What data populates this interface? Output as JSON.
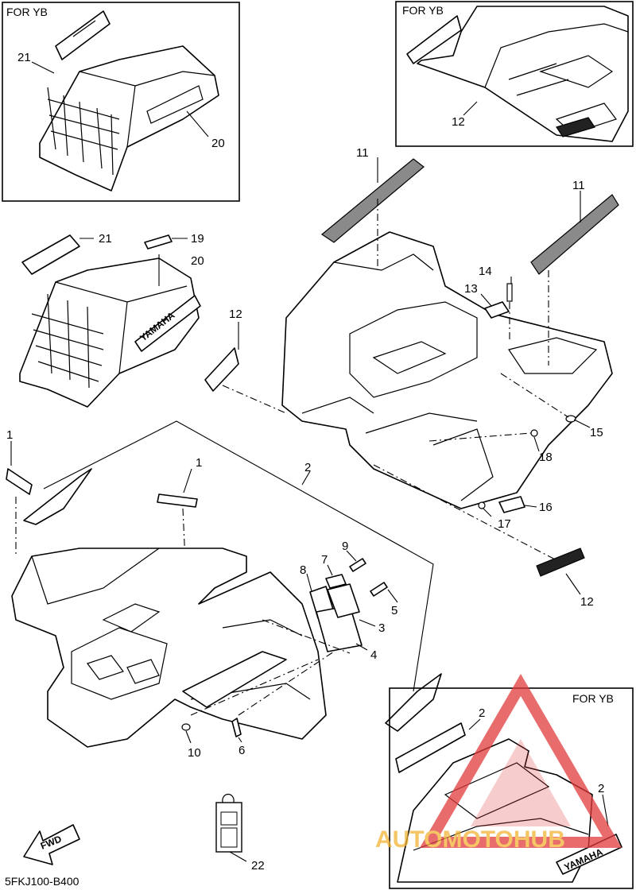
{
  "diagram": {
    "part_code": "5FKJ100-B400",
    "box_labels": {
      "top_left": "FOR YB",
      "top_right": "FOR YB",
      "bottom_right": "FOR YB"
    },
    "fwd_label": "FWD",
    "decal_text": "YAMAHA",
    "watermark": "AUTOMOTOHUB",
    "callouts": {
      "c21_box": "21",
      "c20_box": "20",
      "c12_box": "12",
      "c21": "21",
      "c19": "19",
      "c20": "20",
      "c12_left": "12",
      "c11_a": "11",
      "c11_b": "11",
      "c14": "14",
      "c13": "13",
      "c15": "15",
      "c18": "18",
      "c16": "16",
      "c17": "17",
      "c12_right": "12",
      "c1_left": "1",
      "c1_mid": "1",
      "c2": "2",
      "c9": "9",
      "c7": "7",
      "c8": "8",
      "c5": "5",
      "c3": "3",
      "c4": "4",
      "c10": "10",
      "c6": "6",
      "c22": "22",
      "c2_box_a": "2",
      "c2_box_b": "2"
    },
    "colors": {
      "line": "#000000",
      "background": "#ffffff",
      "watermark_red": "#e23b3b",
      "watermark_orange": "#f2b233",
      "watermark_grey": "#6b6b6b"
    }
  }
}
